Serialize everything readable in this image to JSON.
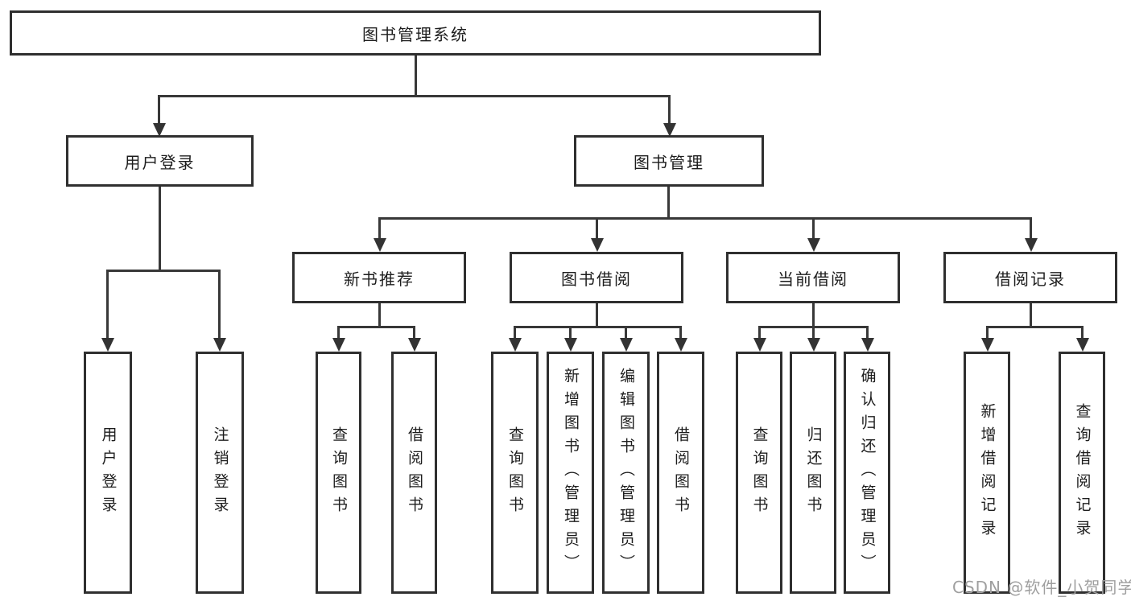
{
  "colors": {
    "background": "#ffffff",
    "box_border": "#2f2f2f",
    "connector_line": "#383838",
    "text": "#1d1d1d",
    "watermark": "#9f9f9f"
  },
  "watermark": {
    "text": "CSDN @软件_小贺同学"
  },
  "tree": {
    "root": {
      "label": "图书管理系统",
      "children": [
        {
          "label": "用户登录",
          "children": [
            {
              "label": "用户登录"
            },
            {
              "label": "注销登录"
            }
          ]
        },
        {
          "label": "图书管理",
          "children": [
            {
              "label": "新书推荐",
              "children": [
                {
                  "label": "查询图书"
                },
                {
                  "label": "借阅图书"
                }
              ]
            },
            {
              "label": "图书借阅",
              "children": [
                {
                  "label": "查询图书"
                },
                {
                  "label": "新增图书（管理员）"
                },
                {
                  "label": "编辑图书（管理员）"
                },
                {
                  "label": "借阅图书"
                }
              ]
            },
            {
              "label": "当前借阅",
              "children": [
                {
                  "label": "查询图书"
                },
                {
                  "label": "归还图书"
                },
                {
                  "label": "确认归还（管理员）"
                }
              ]
            },
            {
              "label": "借阅记录",
              "children": [
                {
                  "label": "新增借阅记录"
                },
                {
                  "label": "查询借阅记录"
                }
              ]
            }
          ]
        }
      ]
    }
  }
}
